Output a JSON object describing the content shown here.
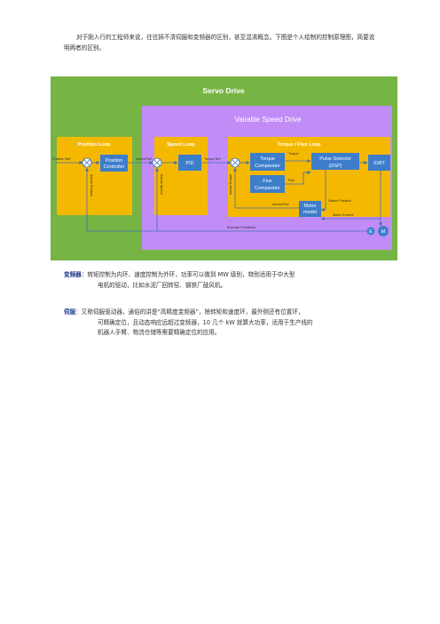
{
  "intro_text": "对于刚入行的工程师来说，往往搞不清伺服和变频器的区别，甚至混淆概念。下图是个人绘制的控制原理图，简要说明两者的区别。",
  "diagram": {
    "outer_title": "Servo Drive",
    "inner_title": "Vairable Speed Drive",
    "loops": {
      "position": "Position Loop",
      "speed": "Speed Loop",
      "torque_flux": "Torque / Flux  Loop"
    },
    "blocks": {
      "position_controller_1": "Position",
      "position_controller_2": "Controller",
      "pid": "PID",
      "torque_comparator_1": "Torque",
      "torque_comparator_2": "Comparator",
      "flux_comparator_1": "Flux",
      "flux_comparator_2": "Comparator",
      "pulse_selector_1": "Pulse Selector",
      "pulse_selector_2": "(DSP)",
      "igbt": "IGBT",
      "motor_model_1": "Motor",
      "motor_model_2": "model",
      "encoder": "E",
      "motor": "M"
    },
    "signals": {
      "position_ref": "Position Ref",
      "speed_ref": "Speed Ref",
      "torque_ref": "Torque Ref",
      "torque": "Torque",
      "flux": "Flux",
      "actual_flux": "Actual Flux",
      "switch_position": "Switch Position",
      "motor_current": "Motor Current",
      "encoder_feedback": "Encoder Feedback",
      "actual_position": "Actual Position",
      "actual_speed": "Actual Speed",
      "actual_torque": "Actual Torque"
    },
    "colors": {
      "outer": "#76B444",
      "inner": "#C28CF7",
      "loop": "#F5B800",
      "block": "#3D7DCA",
      "line": "#3C6FB5"
    }
  },
  "definitions": [
    {
      "term": "变频器",
      "line1": "：转矩控制为内环、速度控制为外环，功率可以做到 MW 级别，特别适用于中大型",
      "line2": "电机的驱动，比如水泥厂回转窑、钢铁厂鼓风机。"
    },
    {
      "term": "伺服",
      "line1": "：又称伺服驱动器，通俗的讲是“高精度变频器”，除转矩和速度环，最外侧还有位置环，",
      "line2": "可精确定位，且动态响应远超过变频器，10 几个 kW 就算大功率，适用于生产线的",
      "line3": "机器人手臂、物流仓储等需要精确定位的应用。"
    }
  ]
}
